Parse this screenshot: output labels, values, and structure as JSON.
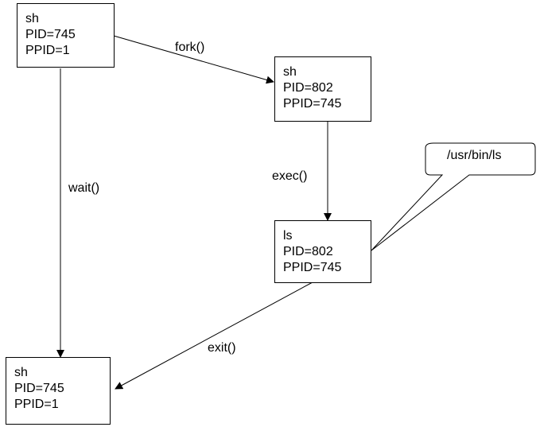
{
  "nodes": [
    {
      "id": "parent-start",
      "lines": [
        "sh",
        "PID=745",
        "PPID=1"
      ]
    },
    {
      "id": "child-forked",
      "lines": [
        "sh",
        "PID=802",
        "PPID=745"
      ]
    },
    {
      "id": "child-exec",
      "lines": [
        "ls",
        "PID=802",
        "PPID=745"
      ]
    },
    {
      "id": "parent-end",
      "lines": [
        "sh",
        "PID=745",
        "PPID=1"
      ]
    }
  ],
  "edges": [
    {
      "from": "parent-start",
      "to": "child-forked",
      "label": "fork()"
    },
    {
      "from": "child-forked",
      "to": "child-exec",
      "label": "exec()"
    },
    {
      "from": "parent-start",
      "to": "parent-end",
      "label": "wait()"
    },
    {
      "from": "child-exec",
      "to": "parent-end",
      "label": "exit()"
    }
  ],
  "callout": {
    "attached_to": "child-exec",
    "text": "/usr/bin/ls"
  }
}
